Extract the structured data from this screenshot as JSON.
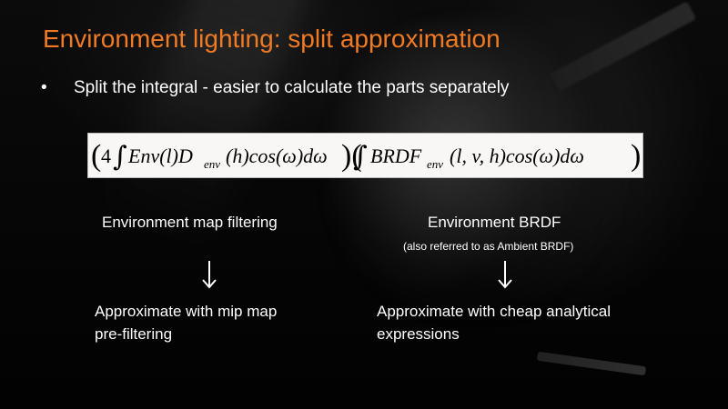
{
  "title": "Environment lighting: split approximation",
  "bullet": {
    "symbol": "•",
    "text": "Split the integral - easier to calculate the parts separately"
  },
  "formula": {
    "open_paren": "(",
    "left_factor": "4",
    "integral_sign": "∫",
    "left_term": "Env(l)D",
    "left_subscript": "env",
    "left_rest": "(h)cos(ω)dω",
    "mid_paren": ")(",
    "right_term": "BRDF",
    "right_subscript": "env",
    "right_rest": "(l, v, h)cos(ω)dω",
    "close_paren": ")"
  },
  "left_column": {
    "heading": "Environment map filtering",
    "arrow": "↓",
    "result_line1": "Approximate with mip map",
    "result_line2": "pre-filtering"
  },
  "right_column": {
    "heading": "Environment BRDF",
    "note": "(also referred to as Ambient BRDF)",
    "arrow": "↓",
    "result_line1": "Approximate with cheap analytical",
    "result_line2": "expressions"
  },
  "colors": {
    "title": "#f07a24",
    "text": "#ffffff",
    "background": "#050505",
    "formula_background": "#f9f7f5"
  }
}
